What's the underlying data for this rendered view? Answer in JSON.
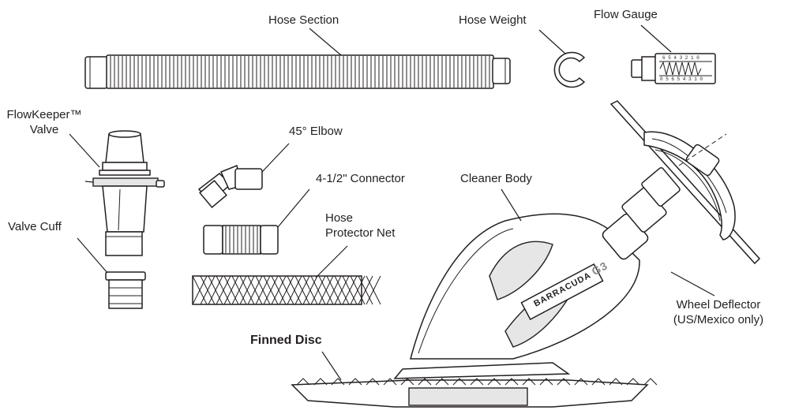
{
  "labels": {
    "hose_section": "Hose Section",
    "hose_weight": "Hose Weight",
    "flow_gauge": "Flow Gauge",
    "flowkeeper_line1": "FlowKeeper™",
    "flowkeeper_line2": "Valve",
    "elbow": "45° Elbow",
    "connector": "4-1/2\" Connector",
    "cleaner_body": "Cleaner Body",
    "hose_protector_line1": "Hose",
    "hose_protector_line2": "Protector Net",
    "valve_cuff": "Valve Cuff",
    "finned_disc": "Finned Disc",
    "wheel_deflector_line1": "Wheel Deflector",
    "wheel_deflector_line2": "(US/Mexico only)"
  },
  "brand_text": "BARRACUDA",
  "model_text": "G3",
  "gauge_scale_top": "6 5 4 3 2 1 0",
  "gauge_scale_bottom": "0 5 6 5 4 3 1 0",
  "colors": {
    "line": "#231f20",
    "fill_light": "#e6e6e6",
    "fill_dark": "#9a9a9a"
  }
}
